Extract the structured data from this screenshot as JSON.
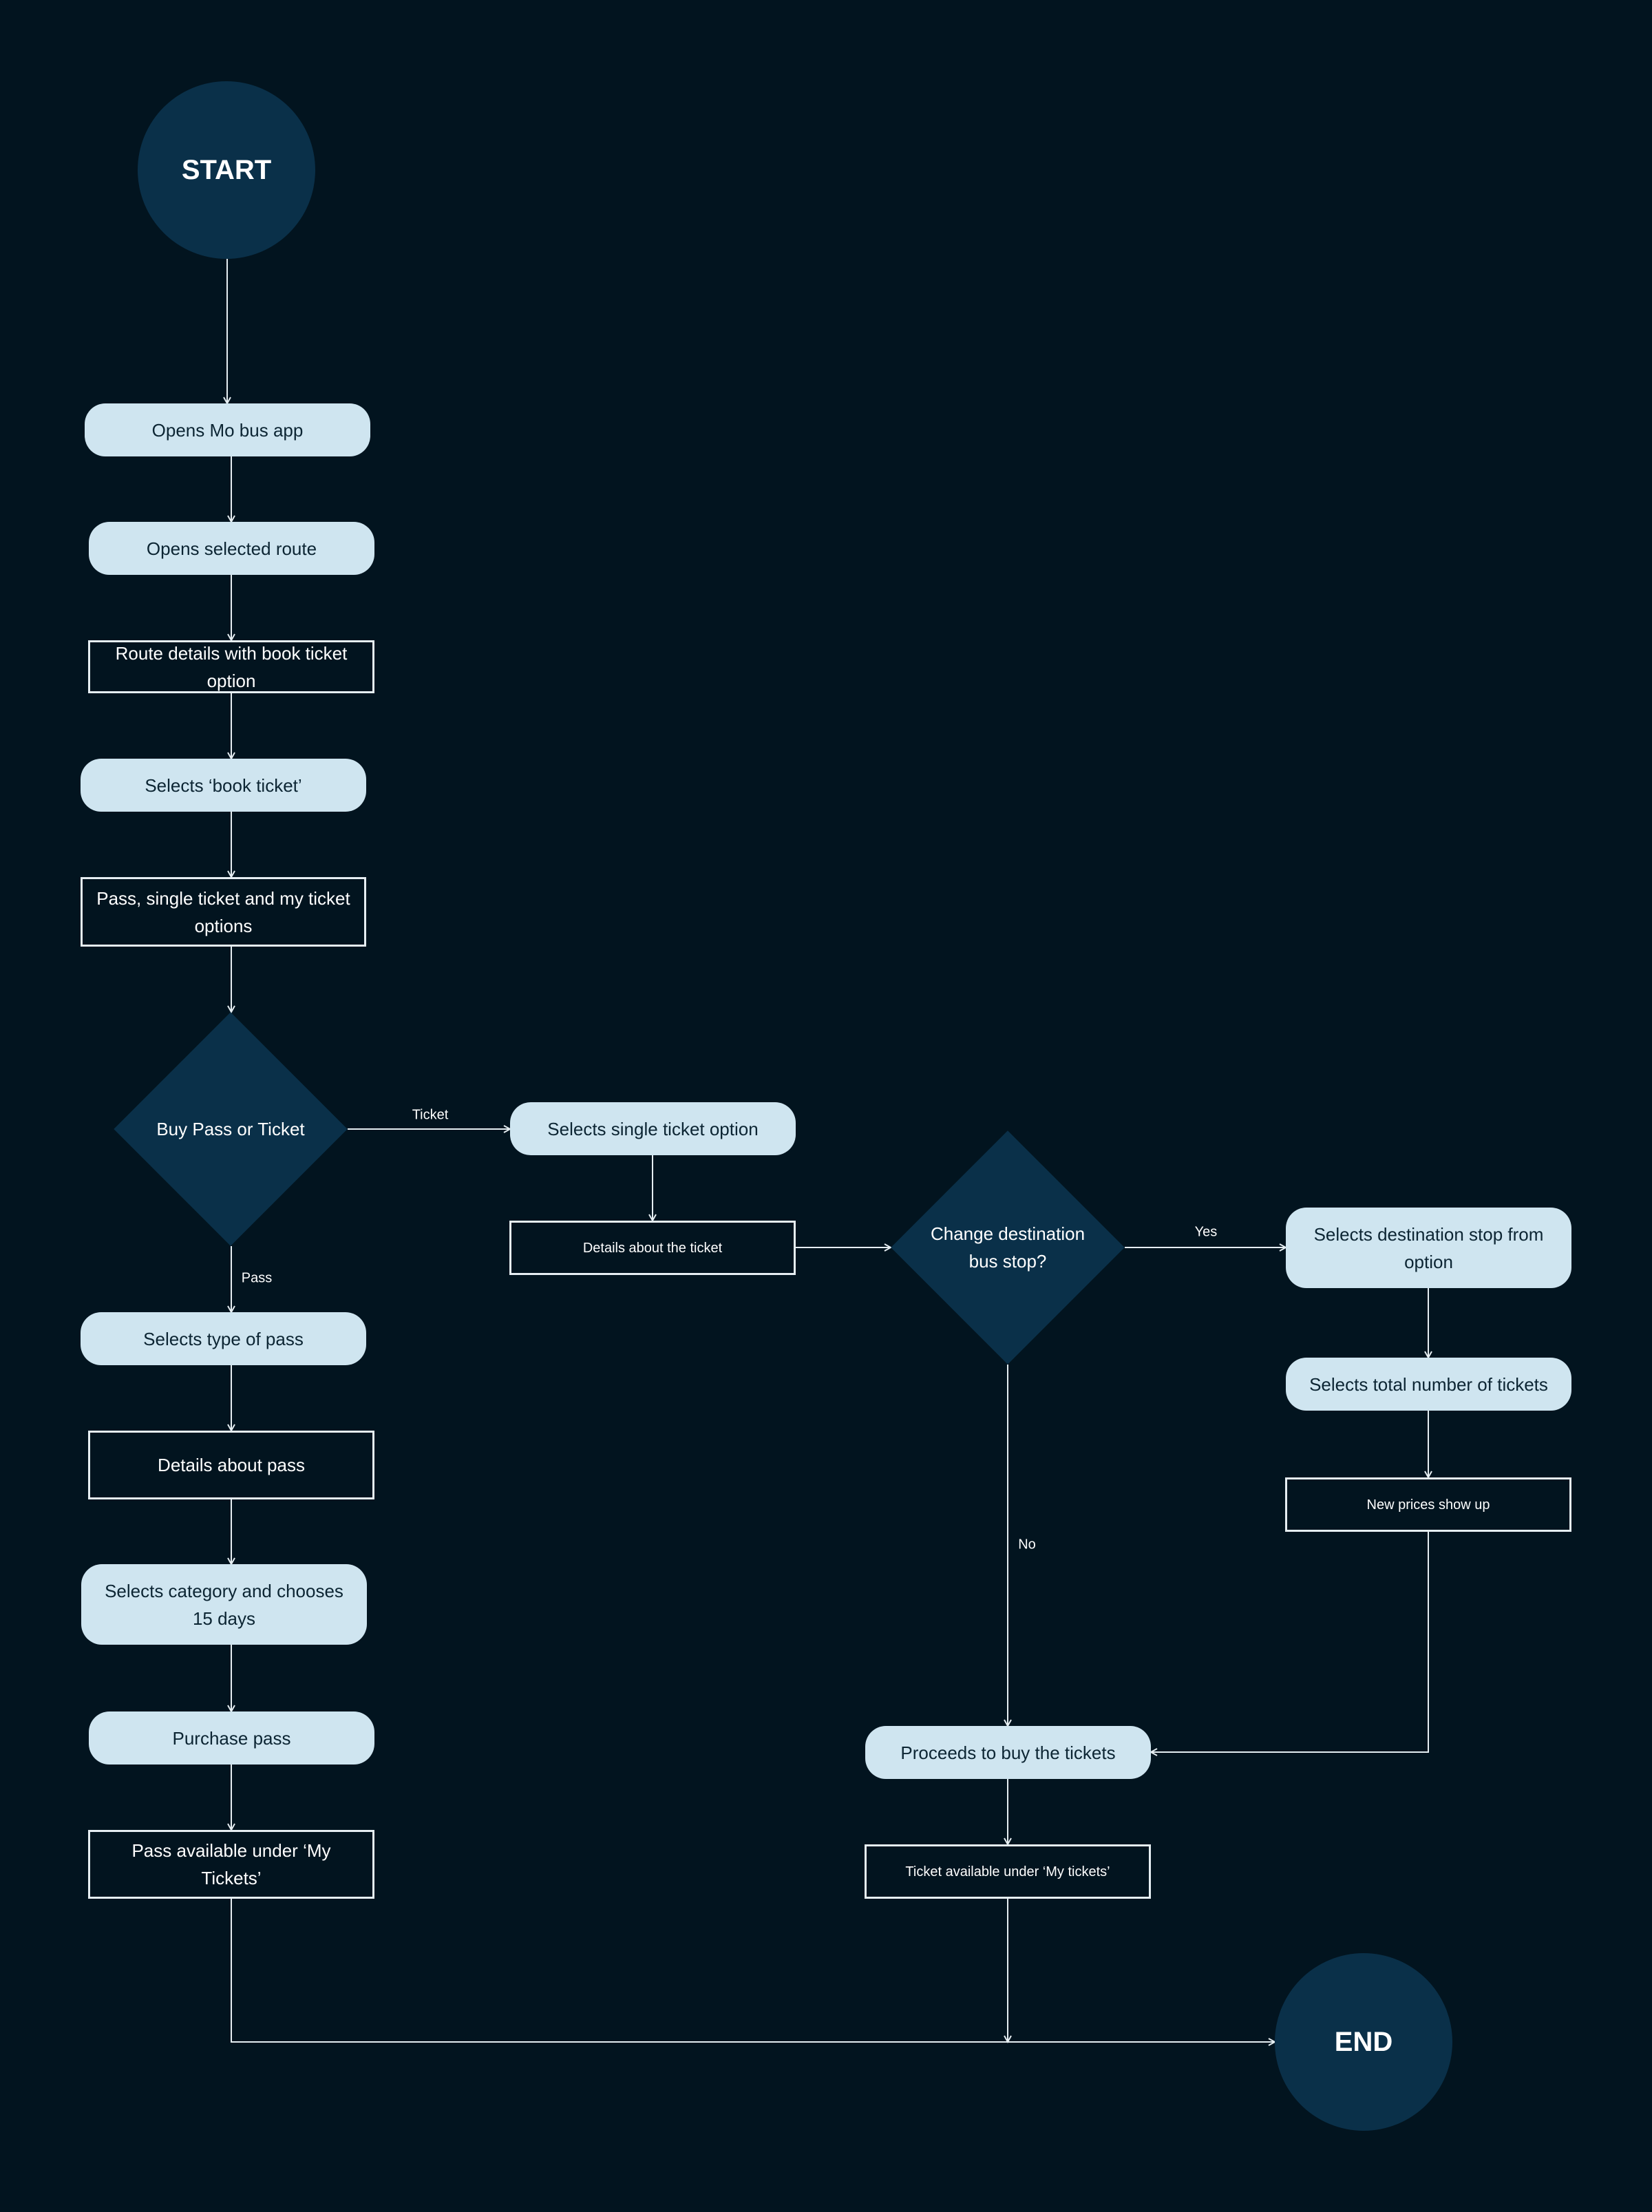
{
  "nodes": {
    "start": "START",
    "opens_app": "Opens Mo bus app",
    "opens_route": "Opens selected route",
    "route_details": "Route details with book ticket option",
    "selects_book": "Selects ‘book ticket’",
    "pass_options": "Pass, single ticket and my ticket options",
    "buy_decision": "Buy Pass or Ticket",
    "selects_single": "Selects single ticket option",
    "ticket_details": "Details about the ticket",
    "change_decision": "Change destination bus stop?",
    "selects_dest": "Selects destination stop from option",
    "selects_total": "Selects total number of tickets",
    "new_prices": "New prices show up",
    "selects_pass_type": "Selects type of pass",
    "pass_details": "Details about pass",
    "selects_category": "Selects category and chooses 15 days",
    "purchase_pass": "Purchase pass",
    "pass_available": "Pass available under ‘My Tickets’",
    "proceeds": "Proceeds to buy the tickets",
    "ticket_available": "Ticket available under ‘My tickets’",
    "end": "END"
  },
  "edge_labels": {
    "ticket": "Ticket",
    "pass": "Pass",
    "yes": "Yes",
    "no": "No"
  },
  "colors": {
    "background": "#02141f",
    "pill_fill": "#cfe5f0",
    "dark_fill": "#0a3049",
    "line": "#e6eef2"
  }
}
